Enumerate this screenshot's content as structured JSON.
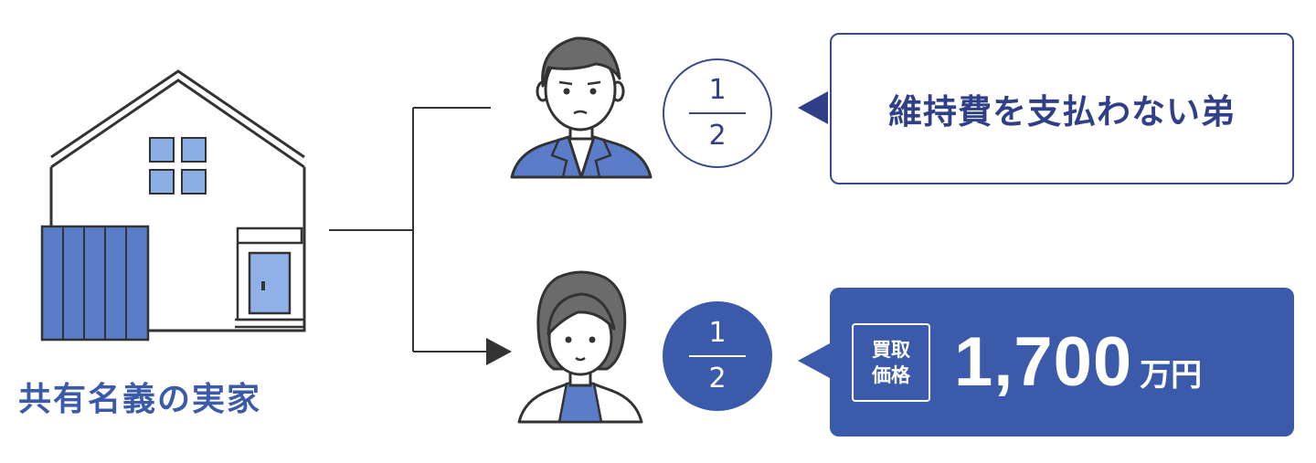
{
  "house": {
    "label": "共有名義の実家"
  },
  "owners": [
    {
      "role": "brother",
      "share_numerator": "1",
      "share_denominator": "2",
      "message": "維持費を支払わない弟"
    },
    {
      "role": "sister",
      "share_numerator": "1",
      "share_denominator": "2",
      "badge_line1": "買取",
      "badge_line2": "価格",
      "price": "1,700",
      "price_unit": "万円"
    }
  ],
  "colors": {
    "navy": "#2f3f88",
    "accent_blue": "#3b5aaa",
    "light_blue": "#5b7cc8",
    "window_blue": "#8cb0e6",
    "door_blue": "#8fb1e8",
    "line_dark": "#333333",
    "hair_gray": "#6b6b6b",
    "skin": "#ffffff"
  },
  "icons": [
    "house-icon",
    "man-avatar-icon",
    "woman-avatar-icon",
    "pointer-triangle-icon",
    "arrow-right-icon"
  ]
}
